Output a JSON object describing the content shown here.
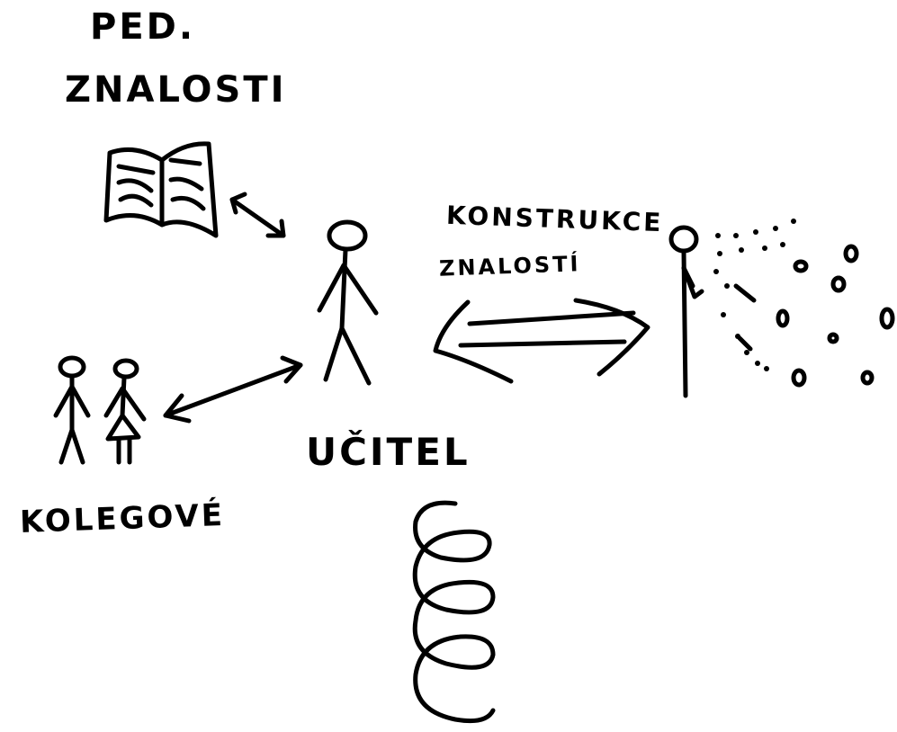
{
  "labels": {
    "ped": "PED.",
    "znalosti": "ZNALOSTI",
    "konstrukce": "KONSTRUKCE",
    "znalosty": "ZNALOSTÍ",
    "ucitel": "UČITEL",
    "kolegove": "KOLEGOVÉ"
  },
  "icons": [
    "book-icon",
    "teacher-figure",
    "colleague-male-figure",
    "colleague-female-figure",
    "speaker-figure",
    "spiral-icon",
    "double-arrow"
  ]
}
